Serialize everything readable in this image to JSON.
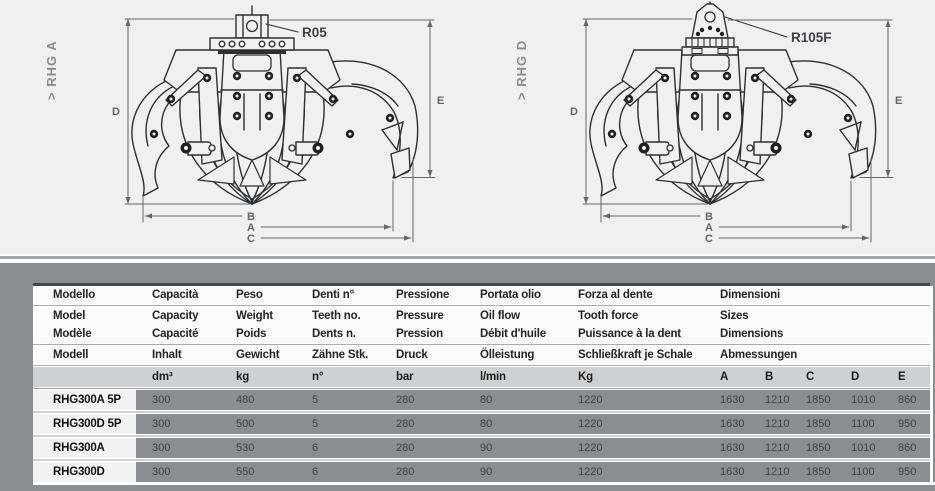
{
  "colors": {
    "canvas_bg": "#eef0f2",
    "band": "#8a8e92",
    "units_row_bg": "#ced1d3",
    "header_bg": "#fafbfb",
    "model_cell_bg": "#f1f2f2",
    "drawing_line": "#2d3032",
    "dimension_line": "#63676b",
    "side_label": "#878c90",
    "header_text": "#26231f",
    "number_text": "#3e4245"
  },
  "drawings": [
    {
      "side_chevron": ">",
      "side_label": "RHG A",
      "callout": "R05",
      "dim_labels": {
        "left_height": "D",
        "right_height": "E",
        "bottom": [
          "B",
          "A",
          "C"
        ]
      }
    },
    {
      "side_chevron": ">",
      "side_label": "RHG D",
      "callout": "R105F",
      "dim_labels": {
        "left_height": "D",
        "right_height": "E",
        "bottom": [
          "B",
          "A",
          "C"
        ]
      }
    }
  ],
  "table": {
    "header_rows": [
      [
        "Modello",
        "Capacità",
        "Peso",
        "Denti n°",
        "Pressione",
        "Portata olio",
        "Forza al dente",
        "Dimensioni"
      ],
      [
        "Model",
        "Capacity",
        "Weight",
        "Teeth no.",
        "Pressure",
        "Oil flow",
        "Tooth force",
        "Sizes"
      ],
      [
        "Modèle",
        "Capacité",
        "Poids",
        "Dents n.",
        "Pression",
        "Débit d'huile",
        "Puissance à la dent",
        "Dimensions"
      ],
      [
        "Modell",
        "Inhalt",
        "Gewicht",
        "Zähne Stk.",
        "Druck",
        "Ölleistung",
        "Schließkraft je Schale",
        "Abmessungen"
      ]
    ],
    "units_row": [
      "",
      "dm³",
      "kg",
      "n°",
      "bar",
      "l/min",
      "Kg",
      "A",
      "B",
      "C",
      "D",
      "E"
    ],
    "rows": [
      [
        "RHG300A 5P",
        "300",
        "480",
        "5",
        "280",
        "80",
        "1220",
        "1630",
        "1210",
        "1850",
        "1010",
        "860"
      ],
      [
        "RHG300D 5P",
        "300",
        "500",
        "5",
        "280",
        "80",
        "1220",
        "1630",
        "1210",
        "1850",
        "1100",
        "950"
      ],
      [
        "RHG300A",
        "300",
        "530",
        "6",
        "280",
        "90",
        "1220",
        "1630",
        "1210",
        "1850",
        "1010",
        "860"
      ],
      [
        "RHG300D",
        "300",
        "550",
        "6",
        "280",
        "90",
        "1220",
        "1630",
        "1210",
        "1850",
        "1100",
        "950"
      ]
    ]
  }
}
